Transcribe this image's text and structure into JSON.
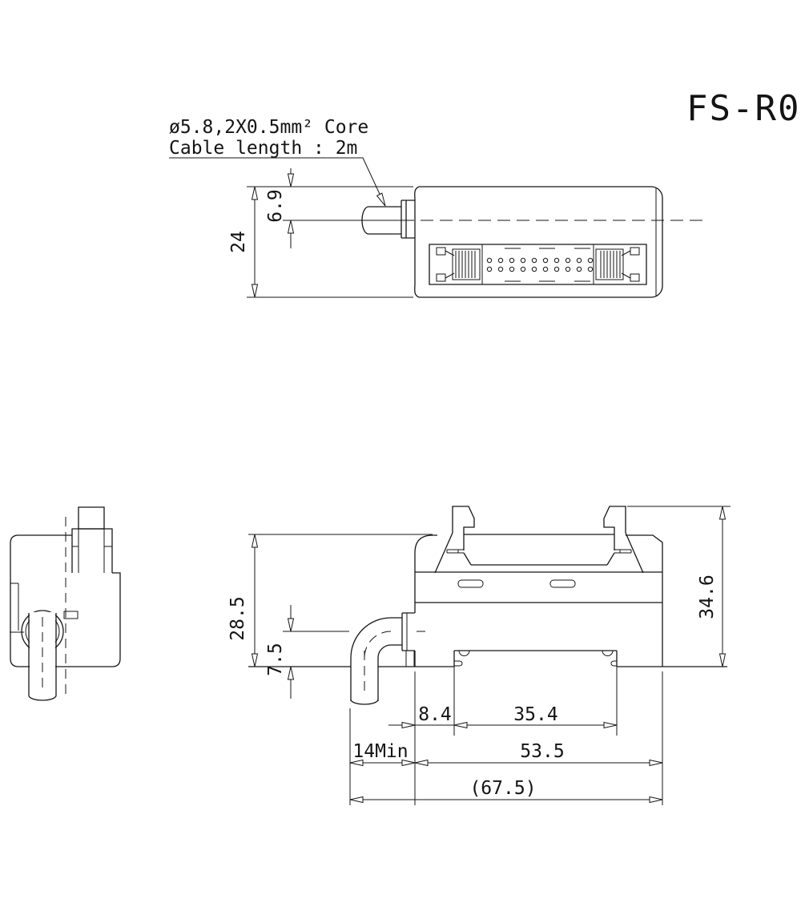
{
  "title": "FS-R0",
  "cable_note": {
    "spec": "ø5.8,2X0.5mm² Core",
    "length": "Cable length : 2m"
  },
  "dims": {
    "top_height": "24",
    "cable_center_offset_top": "6.9",
    "front_body_height": "28.5",
    "front_overall_height": "34.6",
    "cable_center_offset_front": "7.5",
    "recess_left_offset": "8.4",
    "recess_width": "35.4",
    "min_bend": "14Min",
    "body_width": "53.5",
    "overall_width": "(67.5)"
  }
}
